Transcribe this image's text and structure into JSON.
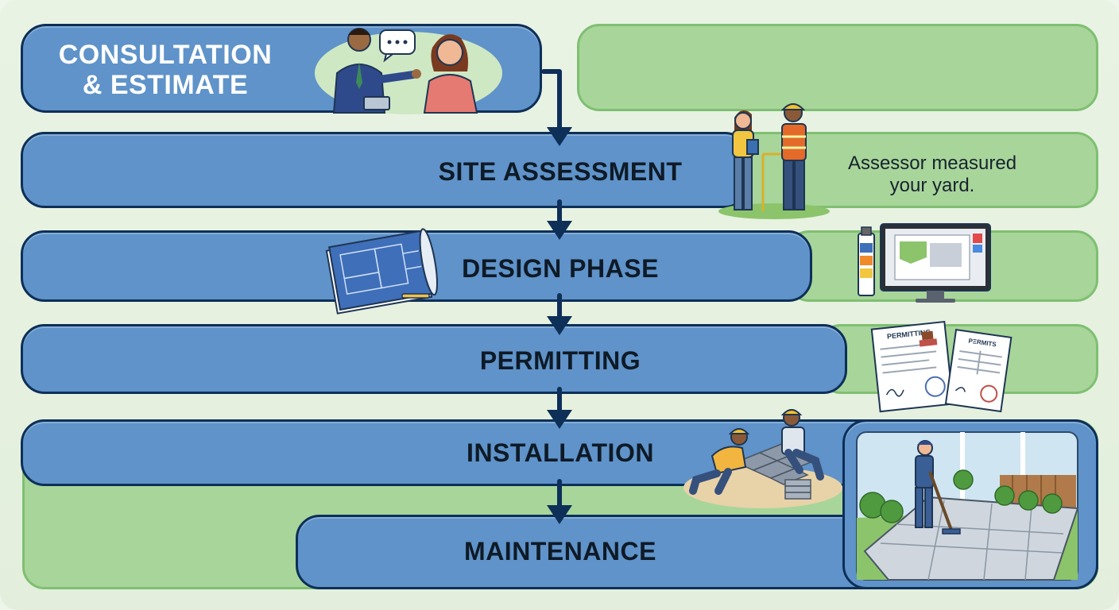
{
  "steps": [
    {
      "id": "consultation",
      "line1": "CONSULTATION",
      "line2": "& ESTIMATE"
    },
    {
      "id": "site-assessment",
      "label": "SITE ASSESSMENT",
      "note_line1": "Assessor measured",
      "note_line2": "your yard."
    },
    {
      "id": "design",
      "label": "DESIGN PHASE"
    },
    {
      "id": "permitting",
      "label": "PERMITTING",
      "doc1": "PERMITTING",
      "doc2": "PΞRMITS"
    },
    {
      "id": "installation",
      "label": "INSTALLATION"
    },
    {
      "id": "maintenance",
      "label": "MAINTENANCE"
    }
  ],
  "colors": {
    "pill_fill": "#5f93c9",
    "pill_border": "#0d2f58",
    "lane_fill": "#a8d59a",
    "lane_border": "#7fbf72",
    "arrow": "#0d2f58"
  }
}
